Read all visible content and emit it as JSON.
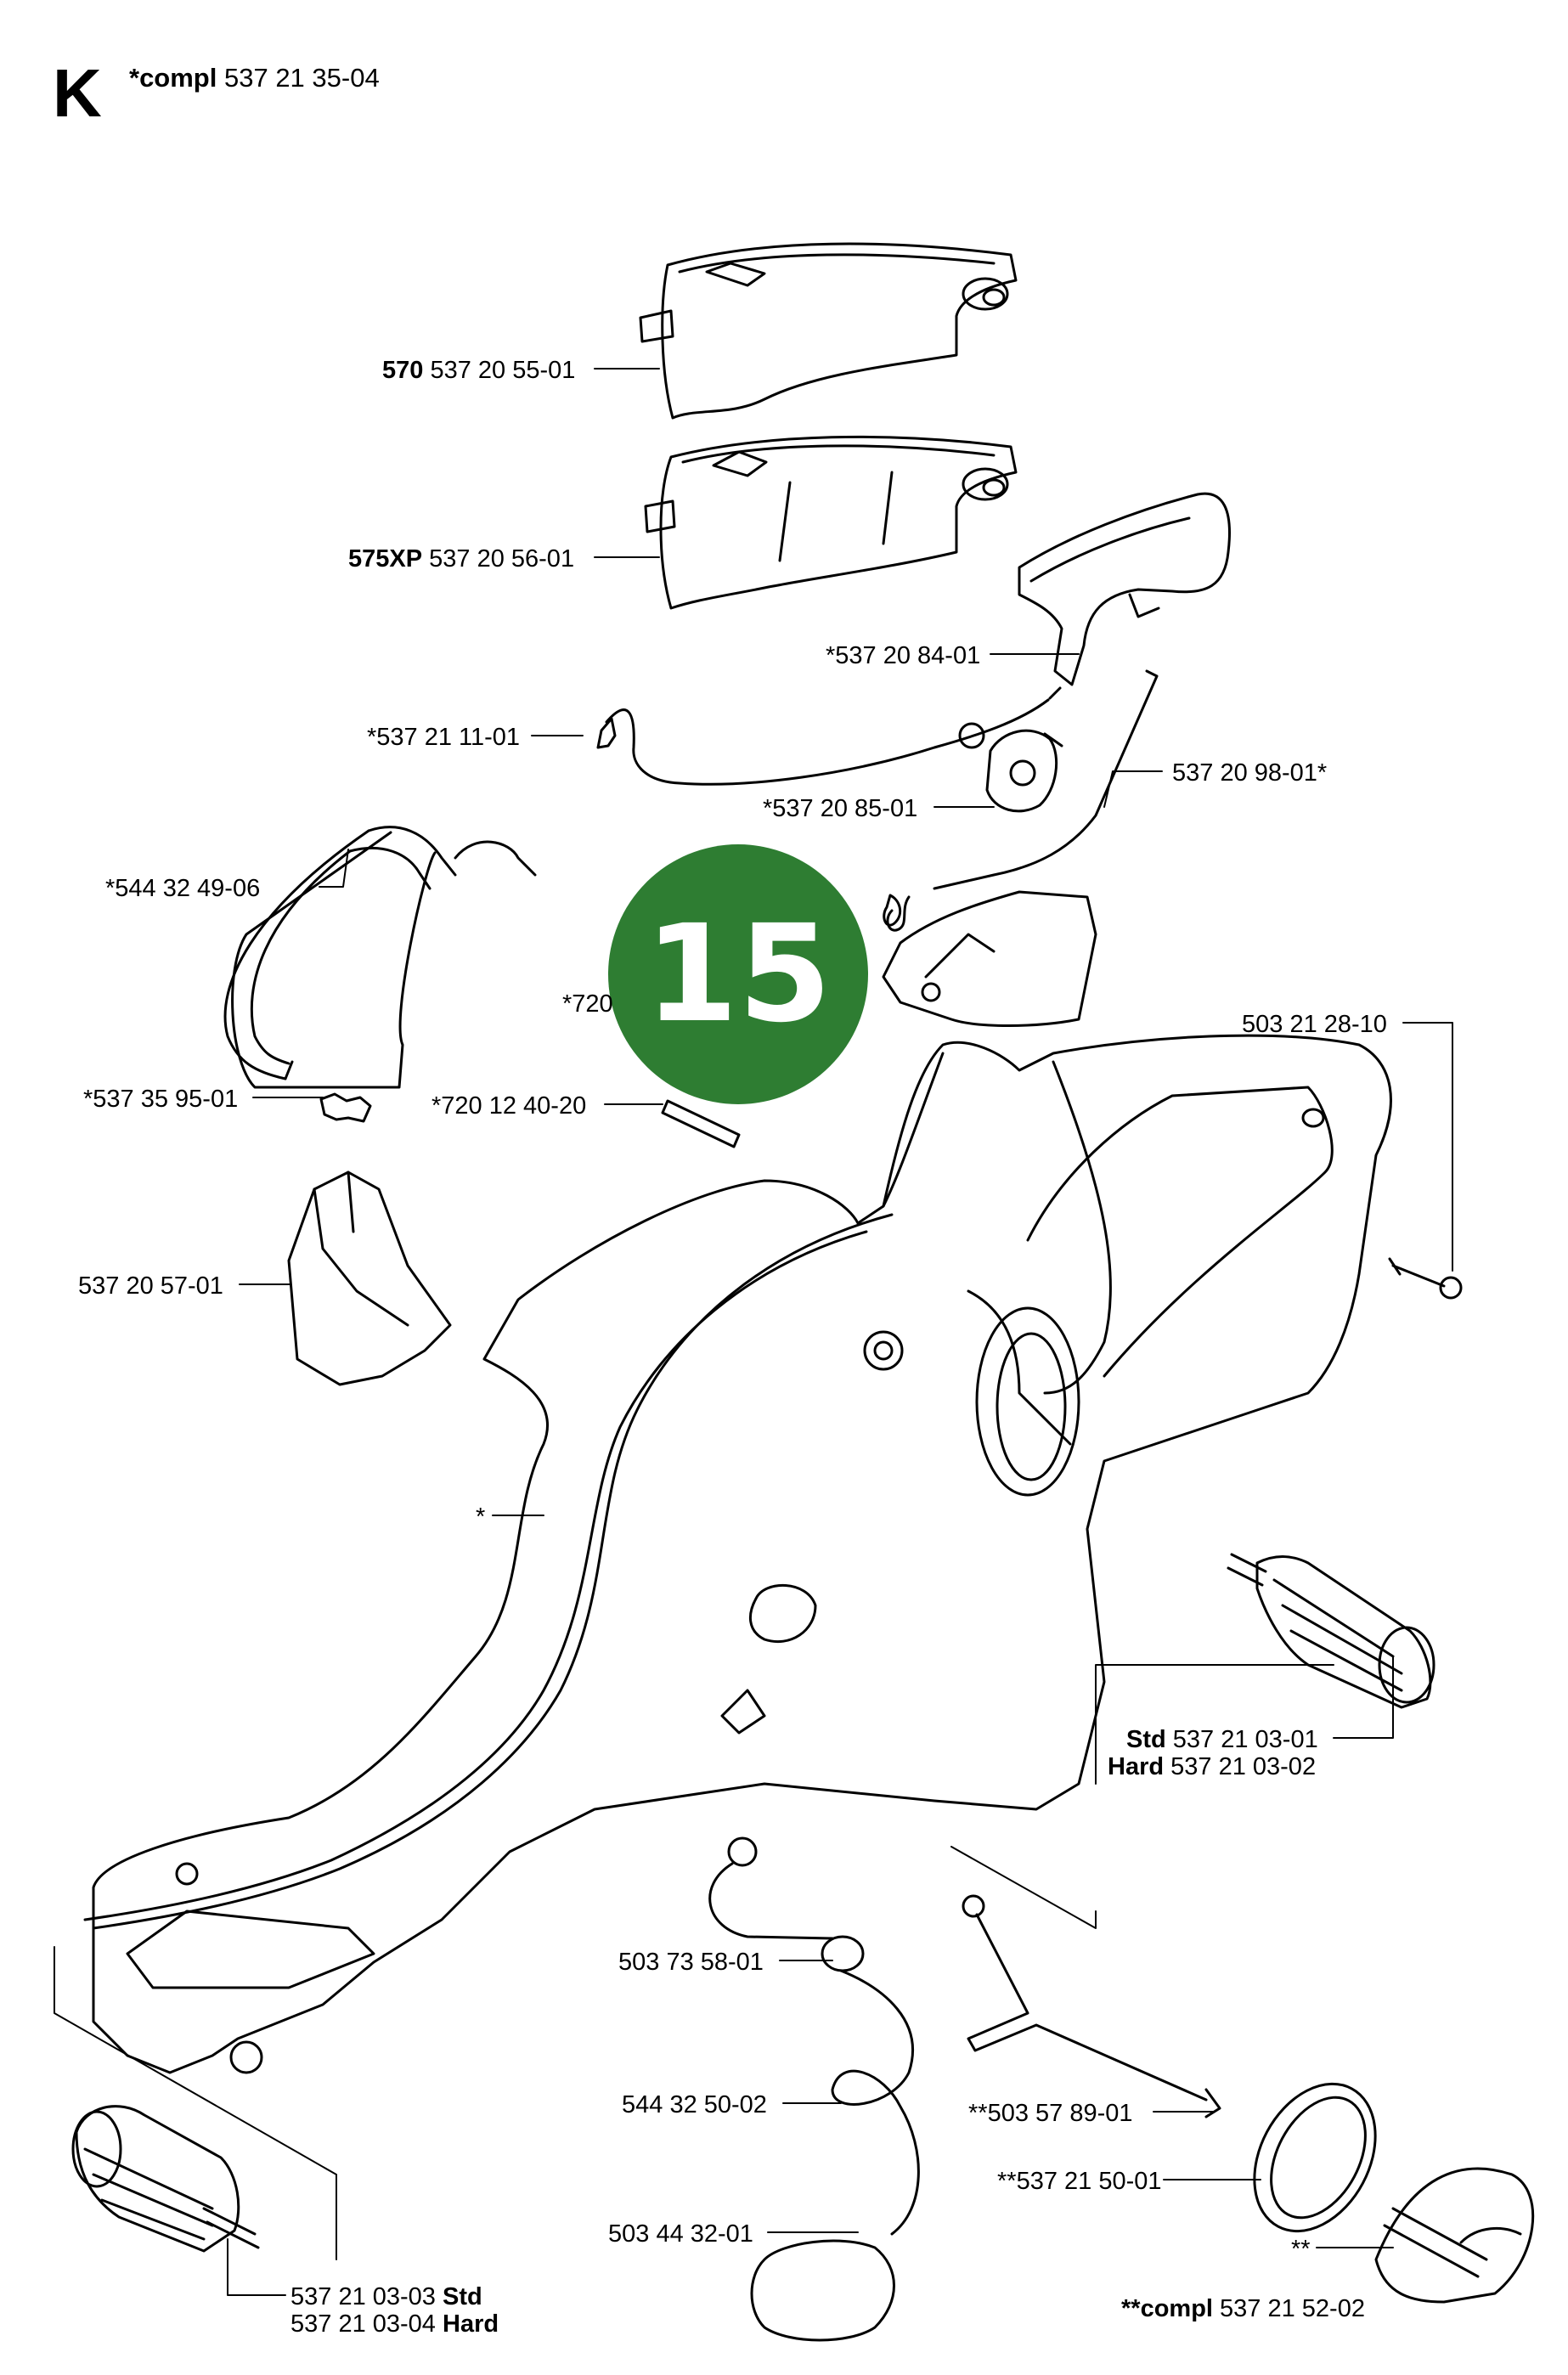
{
  "header": {
    "section_letter": "K",
    "compl_prefix": "*compl",
    "compl_number": "537 21 35-04"
  },
  "badge": {
    "number": "15",
    "color": "#2e7d32"
  },
  "labels": {
    "p570": {
      "bold": "570",
      "text": "537 20 55-01"
    },
    "p575": {
      "bold": "575XP",
      "text": "537 20 56-01"
    },
    "p2084": {
      "text": "*537 20 84-01"
    },
    "p2111": {
      "text": "*537 21 11-01"
    },
    "p2085": {
      "text": "*537 20 85-01"
    },
    "p2098": {
      "text": "537 20 98-01*"
    },
    "p4906": {
      "text": "*544 32 49-06"
    },
    "p720a": {
      "text": "*720"
    },
    "p2810": {
      "text": "503 21 28-10"
    },
    "p3595": {
      "text": "*537 35 95-01"
    },
    "p4020": {
      "text": "*720 12 40-20"
    },
    "p2057": {
      "text": "537 20 57-01"
    },
    "star": {
      "text": "*"
    },
    "p0301": {
      "bold": "Std",
      "text": "537 21 03-01"
    },
    "p0302": {
      "bold": "Hard",
      "text": "537 21 03-02"
    },
    "p5801": {
      "text": "503 73 58-01"
    },
    "p5002": {
      "text": "544 32 50-02"
    },
    "p5789": {
      "text": "**503 57 89-01"
    },
    "p5001": {
      "text": "**537 21 50-01"
    },
    "p3201": {
      "text": "503 44 32-01"
    },
    "dstar": {
      "text": "**"
    },
    "p0303": {
      "text": "537 21 03-03",
      "bold": "Std"
    },
    "p0304": {
      "text": "537 21 03-04",
      "bold": "Hard"
    },
    "compl2": {
      "bold": "**compl",
      "text": "537 21 52-02"
    }
  }
}
